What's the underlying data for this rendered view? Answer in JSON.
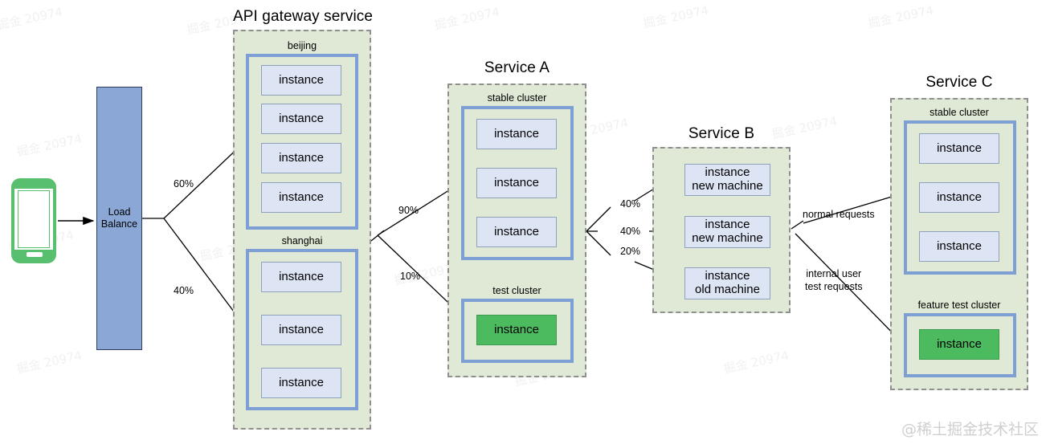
{
  "diagram": {
    "title_watermark": "@稀土掘金技术社区",
    "tile_watermark": "掘金 20974",
    "client": {
      "name": "mobile-phone"
    },
    "load_balancer": {
      "line1": "Load",
      "line2": "Balance"
    },
    "groups": [
      {
        "id": "api-gateway",
        "title": "API gateway service",
        "clusters": [
          {
            "label": "beijing",
            "instances": [
              {
                "text": "instance",
                "color": "blue"
              },
              {
                "text": "instance",
                "color": "blue"
              },
              {
                "text": "instance",
                "color": "blue"
              },
              {
                "text": "instance",
                "color": "blue"
              }
            ]
          },
          {
            "label": "shanghai",
            "instances": [
              {
                "text": "instance",
                "color": "blue"
              },
              {
                "text": "instance",
                "color": "blue"
              },
              {
                "text": "instance",
                "color": "blue"
              }
            ]
          }
        ]
      },
      {
        "id": "service-a",
        "title": "Service A",
        "clusters": [
          {
            "label": "stable cluster",
            "instances": [
              {
                "text": "instance",
                "color": "blue"
              },
              {
                "text": "instance",
                "color": "blue"
              },
              {
                "text": "instance",
                "color": "blue"
              }
            ]
          },
          {
            "label": "test cluster",
            "instances": [
              {
                "text": "instance",
                "color": "green"
              }
            ]
          }
        ]
      },
      {
        "id": "service-b",
        "title": "Service B",
        "clusters": [
          {
            "label": "",
            "instances": [
              {
                "line1": "instance",
                "line2": "new machine",
                "color": "blue"
              },
              {
                "line1": "instance",
                "line2": "new machine",
                "color": "blue"
              },
              {
                "line1": "instance",
                "line2": "old machine",
                "color": "blue"
              }
            ]
          }
        ]
      },
      {
        "id": "service-c",
        "title": "Service C",
        "clusters": [
          {
            "label": "stable cluster",
            "instances": [
              {
                "text": "instance",
                "color": "blue"
              },
              {
                "text": "instance",
                "color": "blue"
              },
              {
                "text": "instance",
                "color": "blue"
              }
            ]
          },
          {
            "label": "feature test cluster",
            "instances": [
              {
                "text": "instance",
                "color": "green"
              }
            ]
          }
        ]
      }
    ],
    "edge_labels": {
      "lb_to_beijing": "60%",
      "lb_to_shanghai": "40%",
      "gw_to_stable_a": "90%",
      "gw_to_test_a": "10%",
      "a_to_b1": "40%",
      "a_to_b2": "40%",
      "a_to_b3": "20%",
      "b_to_c_normal": "normal requests",
      "b_to_c_test_line1": "internal user",
      "b_to_c_test_line2": "test requests"
    },
    "colors": {
      "group_fill": "#dfe9d6",
      "group_border": "#8f8f8f",
      "cluster_border": "#7d9fd3",
      "instance_fill": "#dde5f5",
      "instance_border": "#8ea2bd",
      "instance_green_fill": "#4cbb5f",
      "load_balancer_fill": "#8aa7d6",
      "phone_border": "#58bf6e",
      "arrow": "#000000"
    }
  }
}
